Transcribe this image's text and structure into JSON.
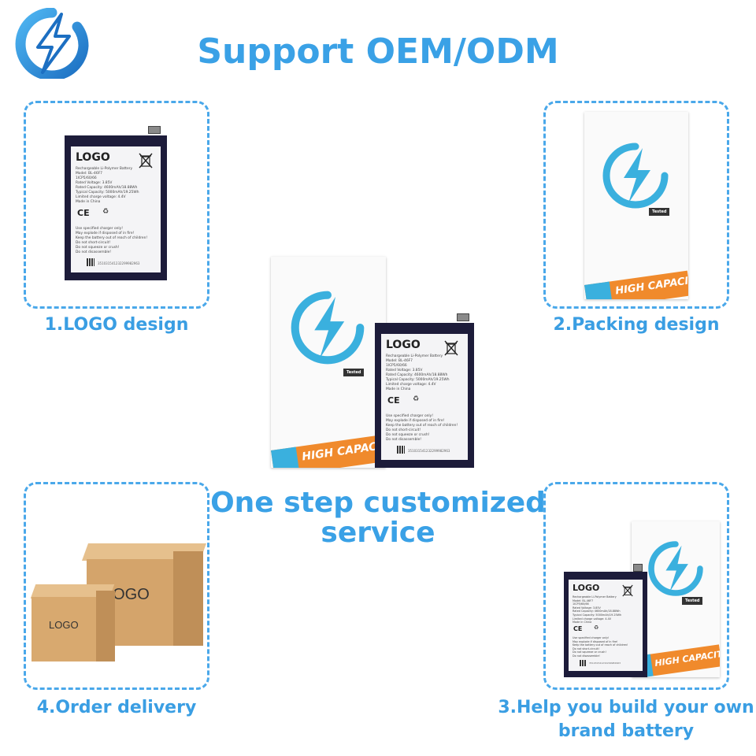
{
  "header": {
    "title": "Support OEM/ODM"
  },
  "center": {
    "title_line1": "One step customized",
    "title_line2": "service"
  },
  "steps": [
    {
      "caption": "1.LOGO design"
    },
    {
      "caption": "2.Packing design"
    },
    {
      "caption": "3.Help you build your own",
      "caption2": "brand battery"
    },
    {
      "caption": "4.Order delivery"
    }
  ],
  "battery_label": {
    "logo": "LOGO",
    "lines": [
      "Rechargeable Li-Polymer Battery",
      "Model: BL-46F7",
      "1ICP5/60/66",
      "Rated Voltage: 3.85V",
      "Rated Capacity: 4600mAh/18.88Wh",
      "Typical Capacity: 5000mAh/19.25Wh",
      "Limited charge voltage: 4.4V",
      "Made in China"
    ],
    "warnings": [
      "Use specified charger only!",
      "May explode if disposed of in fire!",
      "Keep the battery out of reach of children!",
      "Do not short-circuit!",
      "Do not squeeze or crush!",
      "Do not disassemble!"
    ],
    "ce": "CE",
    "serial": "351031541232299982963"
  },
  "package": {
    "band_text": "HIGH CAPACITY",
    "tested": "Tested"
  },
  "cartons": {
    "big_logo": "LOGO",
    "small_logo": "LOGO"
  },
  "colors": {
    "brand_blue": "#3aa1e6",
    "accent_orange": "#f08a2c",
    "battery_dark": "#1d1c3a"
  },
  "icons": {
    "brand": "lightning-circle-icon",
    "recycle": "crossed-bin-icon"
  }
}
